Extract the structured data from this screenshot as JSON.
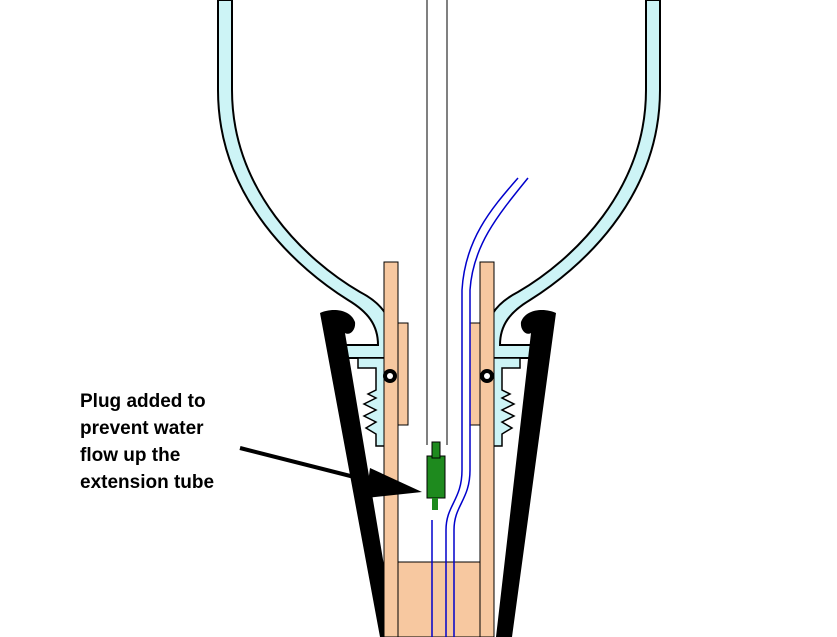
{
  "annotation": {
    "lines": [
      "Plug added to",
      "prevent water",
      "flow up the",
      "extension tube"
    ]
  },
  "colors": {
    "bottle_fill": "#cdf4f6",
    "tube_wood": "#f7c8a0",
    "plug": "#1e8a1e",
    "hose": "#0000cc",
    "outline": "#000000",
    "background": "#ffffff"
  },
  "parts": [
    "bottle",
    "extension-tube",
    "collar",
    "o-ring",
    "plug",
    "hose",
    "launch-rod",
    "outer-sleeve"
  ]
}
